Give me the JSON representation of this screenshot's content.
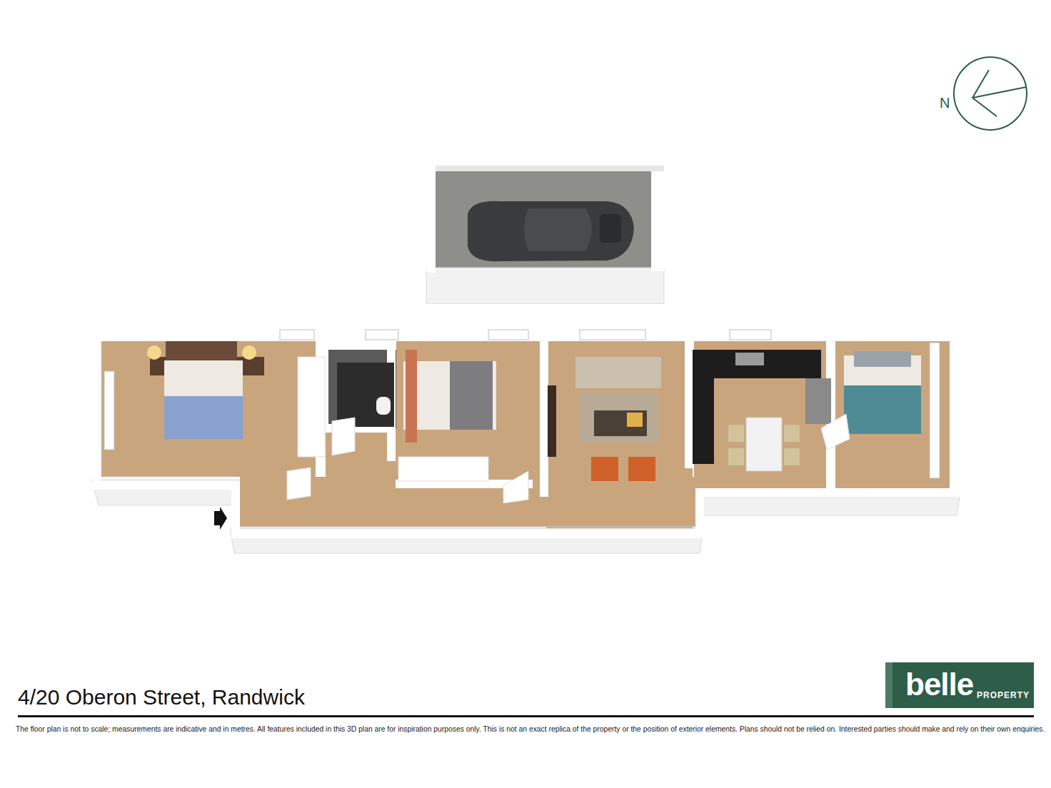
{
  "diagram": {
    "title": "4/20 Oberon Street, Randwick",
    "caption": "The floor plan is not to scale; measurements are indicative and in metres. All features included in this 3D plan are for inspiration purposes only. This is not an exact replica of the property or the position of exterior elements. Plans should not be relied on. Interested parties should make and rely on their own enquiries.",
    "nodes": [
      {
        "text": [
          "belle",
          "PROPERTY"
        ]
      }
    ],
    "labels": [
      "N"
    ]
  }
}
